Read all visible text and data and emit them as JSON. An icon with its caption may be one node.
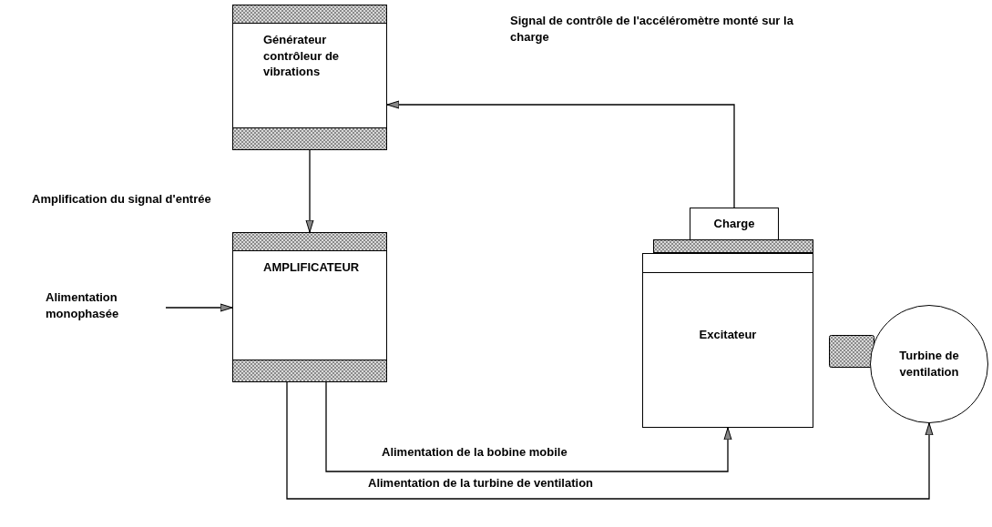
{
  "diagram": {
    "nodes": [
      {
        "text": [
          "Générateur contrôleur de vibrations"
        ]
      },
      {
        "text": [
          "AMPLIFICATEUR"
        ]
      },
      {
        "text": [
          "Alimentation monophasée"
        ]
      },
      {
        "text": [
          "Charge"
        ]
      },
      {
        "text": [],
        "shape": "bar"
      },
      {
        "text": [
          "Excitateur"
        ]
      },
      {
        "text": [],
        "shape": "box"
      },
      {
        "text": [
          "Turbine de ventilation"
        ]
      }
    ],
    "edges": [
      {
        "from": 0,
        "to": 1,
        "arrow": "to"
      },
      {
        "from": 3,
        "to": 0,
        "arrow": "to"
      },
      {
        "from": 2,
        "to": 1,
        "arrow": "to"
      },
      {
        "from": 1,
        "to": 5,
        "arrow": "to",
        "label": "Alimentation de la bobine mobile"
      },
      {
        "from": 1,
        "to": 7,
        "arrow": "to",
        "label": "Alimentation de la turbine de ventilation"
      }
    ],
    "labels": [
      "Signal de contrôle de l'accéléromètre monté sur la charge",
      "Amplification du signal d'entrée"
    ]
  }
}
